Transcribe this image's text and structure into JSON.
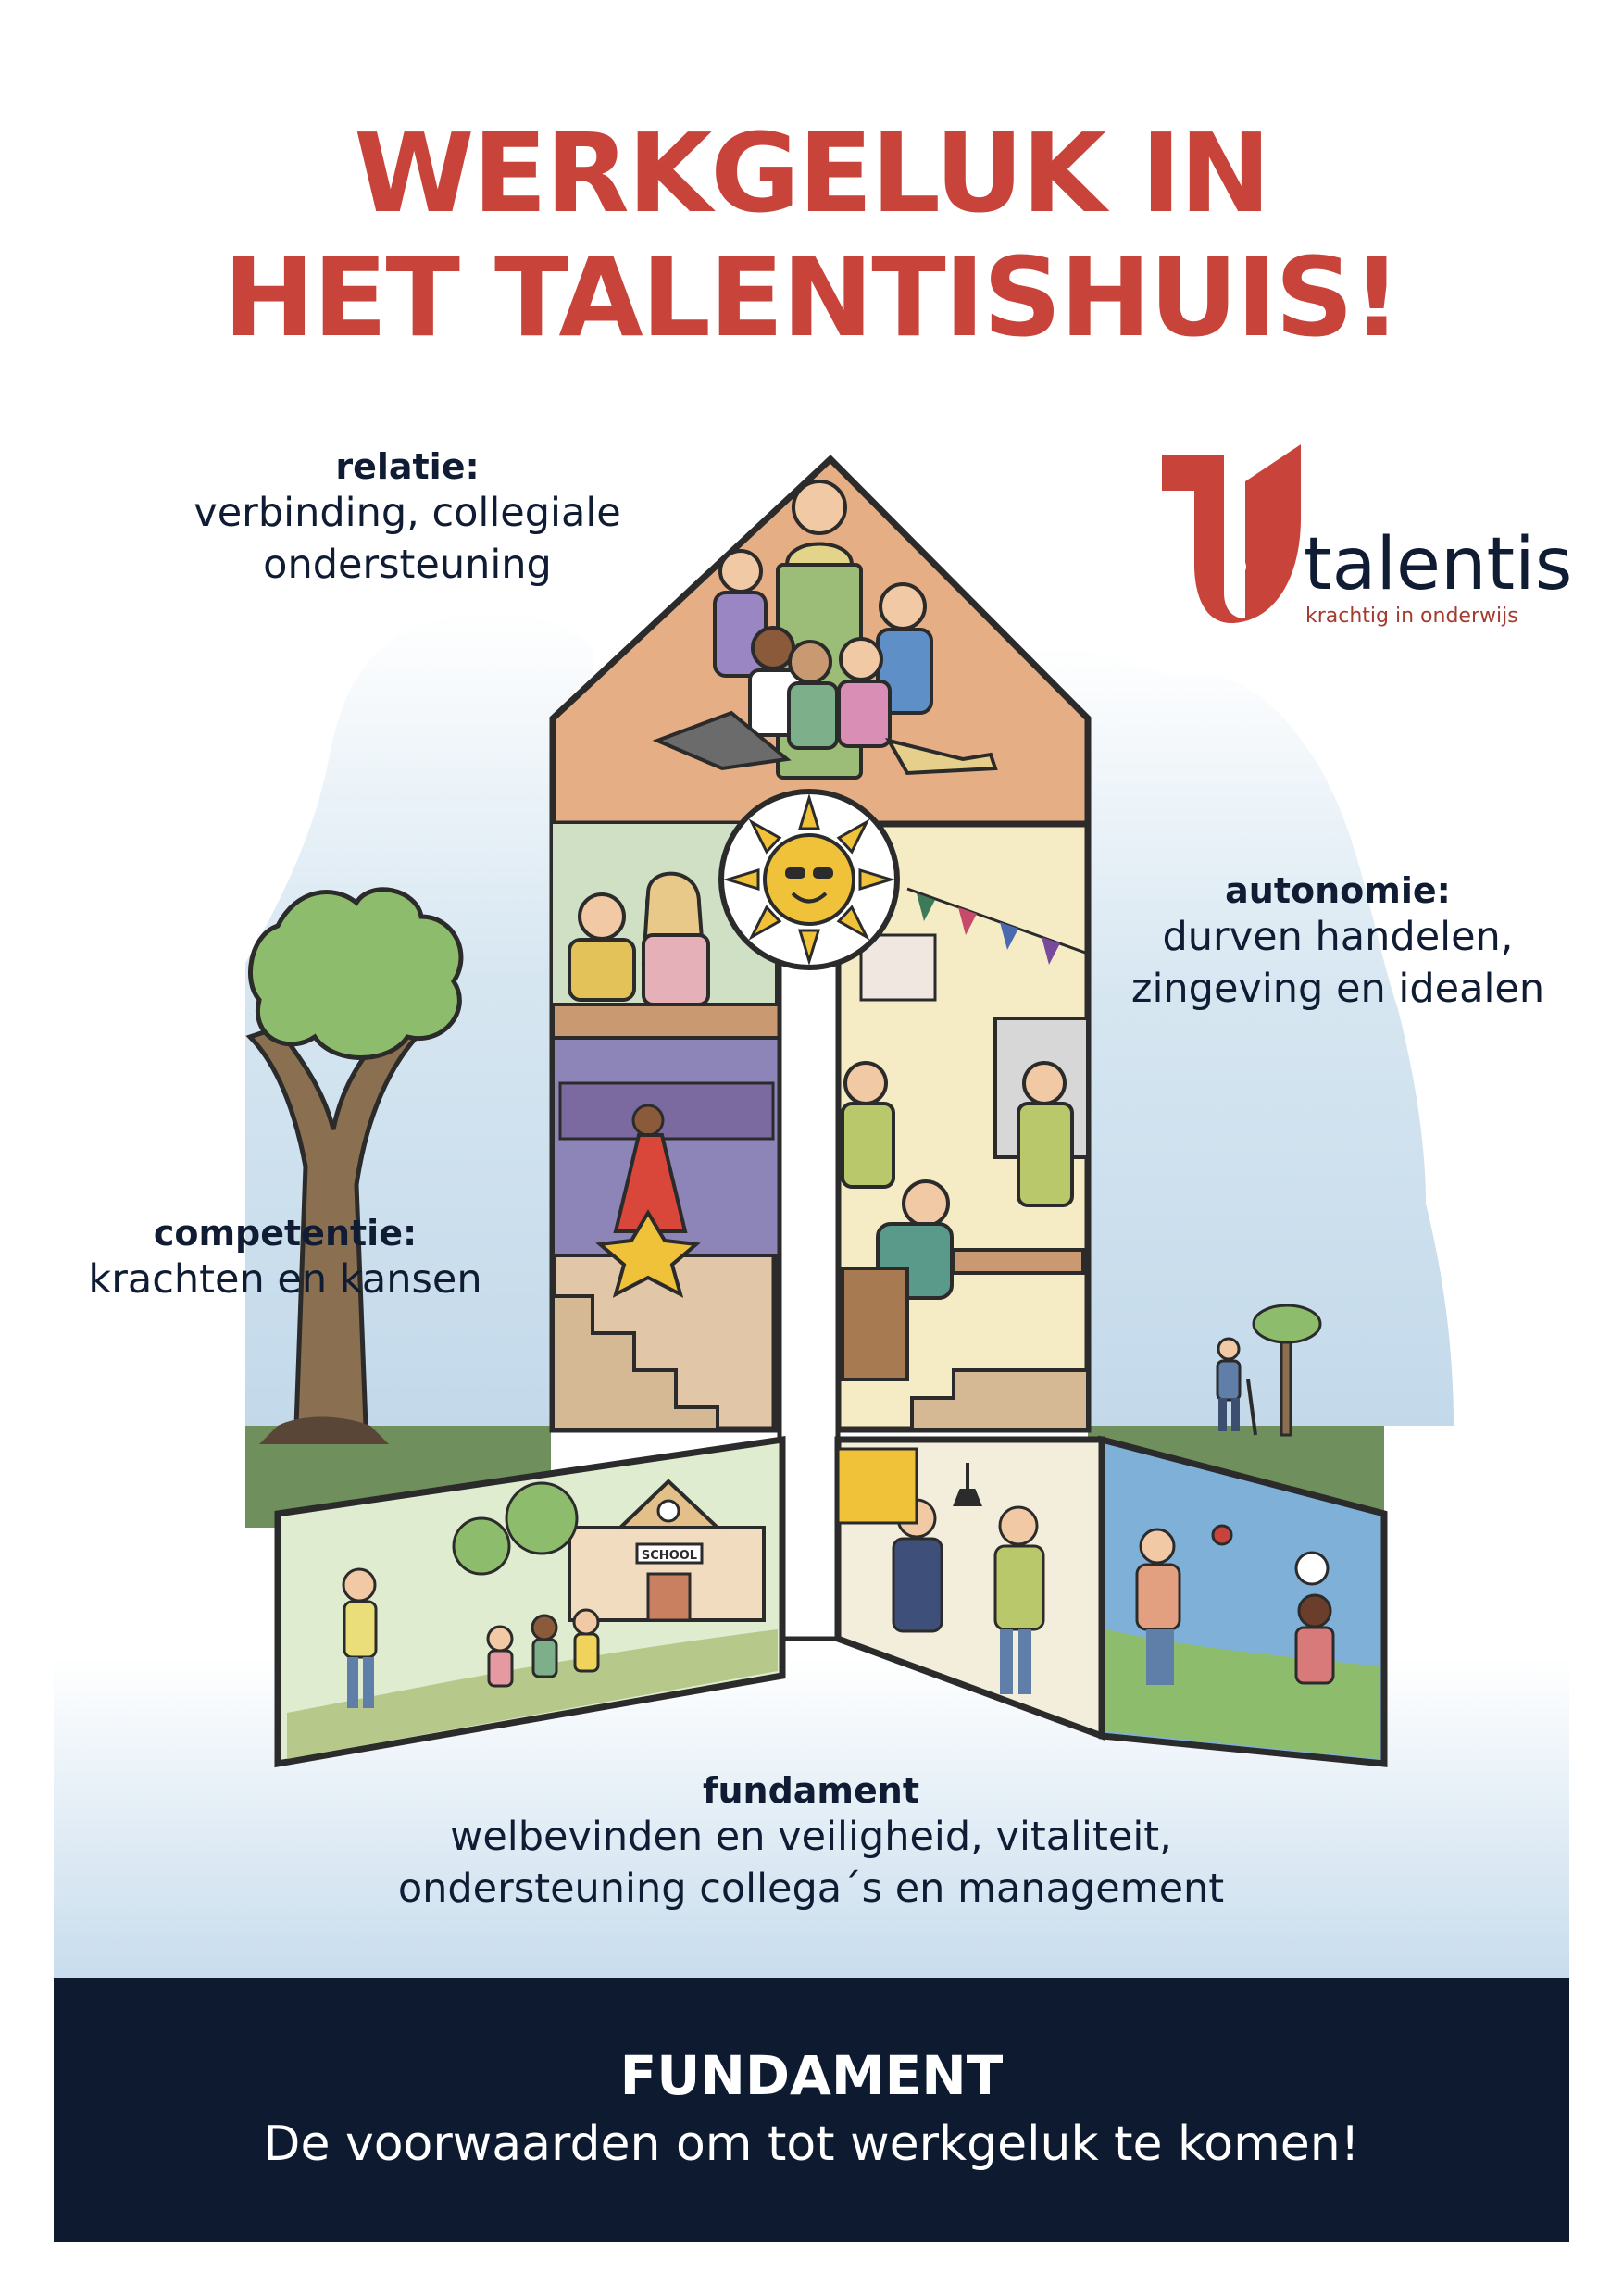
{
  "title": {
    "line1": "WERKGELUK IN",
    "line2": "HET TALENTISHUIS!"
  },
  "logo": {
    "name": "talentis",
    "tagline": "krachtig in onderwijs"
  },
  "labels": {
    "relatie": {
      "heading": "relatie:",
      "line1": "verbinding, collegiale",
      "line2": "ondersteuning"
    },
    "autonomie": {
      "heading": "autonomie:",
      "line1": "durven handelen,",
      "line2": "zingeving en idealen"
    },
    "competentie": {
      "heading": "competentie:",
      "line1": "krachten en kansen"
    },
    "fundament": {
      "heading": "fundament",
      "line1": "welbevinden en veiligheid, vitaliteit,",
      "line2": "ondersteuning collega´s en management"
    }
  },
  "illustration": {
    "school_sign": "SCHOOL"
  },
  "footer": {
    "heading": "FUNDAMENT",
    "subtitle": "De voorwaarden om tot werkgeluk te komen!"
  },
  "colors": {
    "title_red": "#c8433a",
    "navy": "#0e1a30",
    "logo_red": "#c8433a"
  }
}
